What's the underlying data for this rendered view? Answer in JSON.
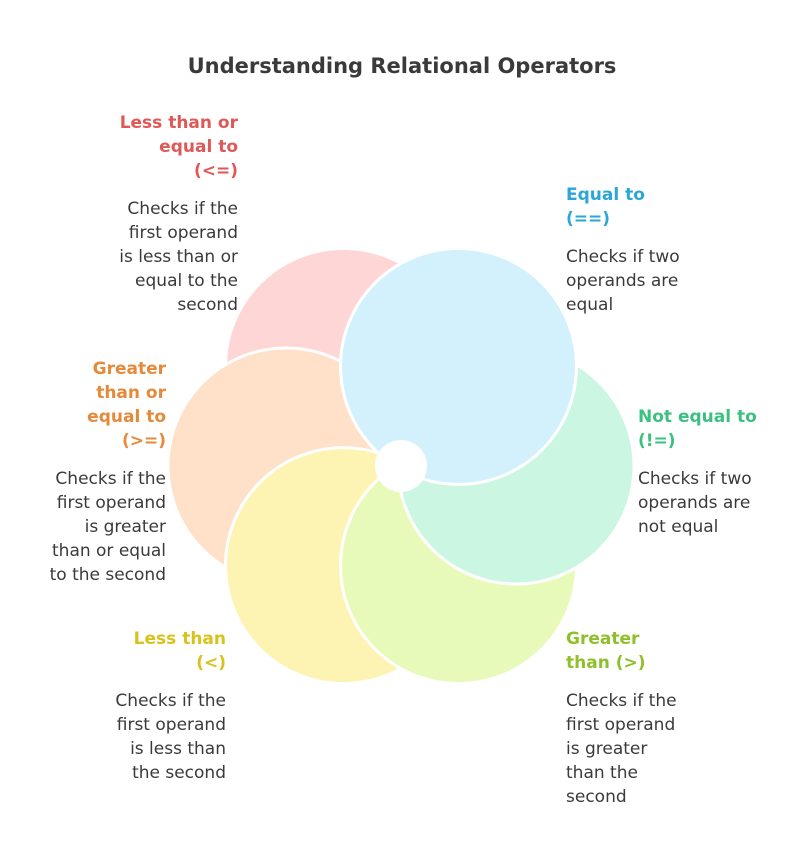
{
  "title": "Understanding Relational Operators",
  "operators": [
    {
      "id": "less-equal",
      "label": "Less than or\nequal to\n(<=)",
      "description": "Checks if the\nfirst operand\nis less than or\nequal to the\nsecond",
      "label_color": "#e05757",
      "fill": "#ffd6d6"
    },
    {
      "id": "equal",
      "label": "Equal to\n(==)",
      "description": "Checks if two\noperands are\nequal",
      "label_color": "#2aa6d8",
      "fill": "#d3f1fc"
    },
    {
      "id": "not-equal",
      "label": "Not equal to\n(!=)",
      "description": "Checks if two\noperands are\nnot equal",
      "label_color": "#3bc07f",
      "fill": "#cbf6e2"
    },
    {
      "id": "greater",
      "label": "Greater\nthan (>)",
      "description": "Checks if the\nfirst operand\nis greater\nthan the\nsecond",
      "label_color": "#8fbf2a",
      "fill": "#e8fab9"
    },
    {
      "id": "less",
      "label": "Less than\n(<)",
      "description": "Checks if the\nfirst operand\nis less than\nthe second",
      "label_color": "#d9c21c",
      "fill": "#fdf4b3"
    },
    {
      "id": "greater-equal",
      "label": "Greater\nthan or\nequal to\n(>=)",
      "description": "Checks if the\nfirst operand\nis greater\nthan or equal\nto the second",
      "label_color": "#e58a3a",
      "fill": "#ffe0c8"
    }
  ]
}
